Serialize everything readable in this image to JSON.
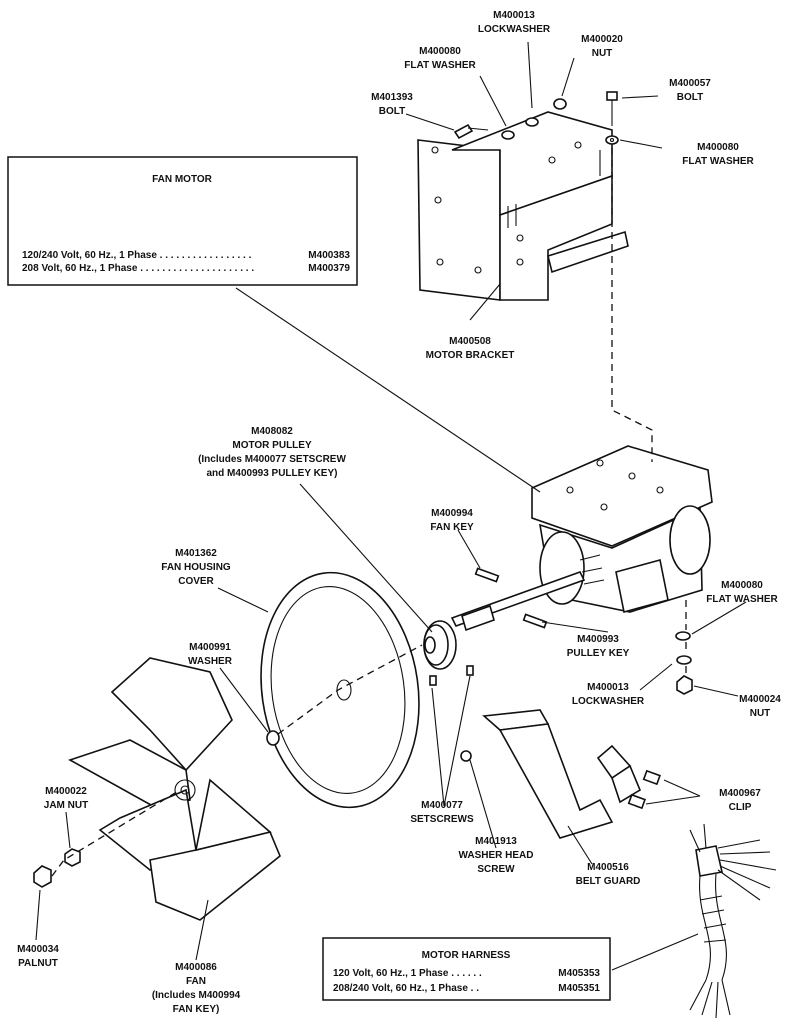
{
  "labels": {
    "lockwasher_top": [
      "M400013",
      "LOCKWASHER"
    ],
    "nut_top": [
      "M400020",
      "NUT"
    ],
    "flat_washer_top": [
      "M400080",
      "FLAT WASHER"
    ],
    "bolt_top_left": [
      "M401393",
      "BOLT"
    ],
    "bolt_top_right": [
      "M400057",
      "BOLT"
    ],
    "flat_washer_right": [
      "M400080",
      "FLAT WASHER"
    ],
    "motor_bracket": [
      "M400508",
      "MOTOR BRACKET"
    ],
    "motor_pulley": [
      "M408082",
      "MOTOR PULLEY",
      "(Includes M400077 SETSCREW",
      "and M400993 PULLEY KEY)"
    ],
    "fan_key": [
      "M400994",
      "FAN KEY"
    ],
    "fan_housing_cover": [
      "M401362",
      "FAN HOUSING",
      "COVER"
    ],
    "flat_washer_lower": [
      "M400080",
      "FLAT WASHER"
    ],
    "washer": [
      "M400991",
      "WASHER"
    ],
    "pulley_key": [
      "M400993",
      "PULLEY KEY"
    ],
    "lockwasher_lower": [
      "M400013",
      "LOCKWASHER"
    ],
    "nut_lower": [
      "M400024",
      "NUT"
    ],
    "jam_nut": [
      "M400022",
      "JAM NUT"
    ],
    "setscrews": [
      "M400077",
      "SETSCREWS"
    ],
    "clip": [
      "M400967",
      "CLIP"
    ],
    "washer_head_screw": [
      "M401913",
      "WASHER HEAD",
      "SCREW"
    ],
    "belt_guard": [
      "M400516",
      "BELT GUARD"
    ],
    "palnut": [
      "M400034",
      "PALNUT"
    ],
    "fan": [
      "M400086",
      "FAN",
      "(Includes M400994",
      "FAN KEY)"
    ]
  },
  "fan_motor_table": {
    "title": "FAN MOTOR",
    "rows": [
      {
        "desc": "120/240 Volt, 60 Hz., 1 Phase . . . . . . . . . . . . . . . . .",
        "part": "M400383"
      },
      {
        "desc": "208 Volt, 60 Hz., 1 Phase . . . . . . . . . . . . . . . . . . . . .",
        "part": "M400379"
      }
    ]
  },
  "motor_harness_table": {
    "title": "MOTOR HARNESS",
    "rows": [
      {
        "desc": "120 Volt, 60 Hz., 1 Phase . . . . . .",
        "part": "M405353"
      },
      {
        "desc": "208/240 Volt, 60 Hz., 1 Phase . .",
        "part": "M405351"
      }
    ]
  }
}
